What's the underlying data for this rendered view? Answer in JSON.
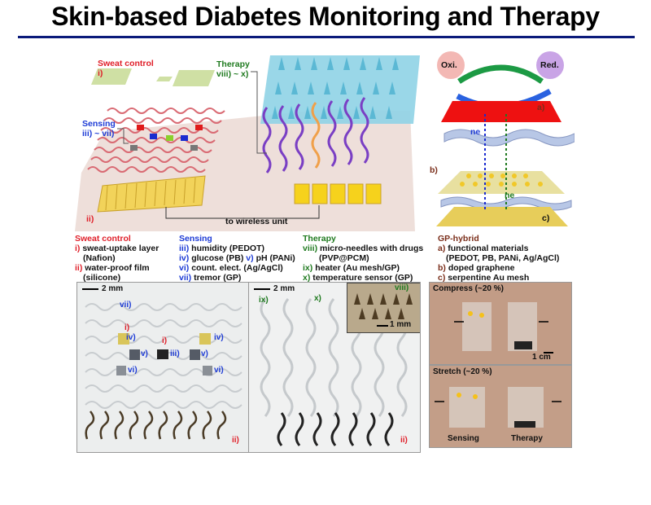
{
  "title": "Skin-based Diabetes Monitoring and Therapy",
  "schematic": {
    "sweat_control_title": "Sweat control",
    "sweat_control_range": "i)",
    "sensing_title": "Sensing",
    "sensing_range": "iii) ~ vii)",
    "therapy_title": "Therapy",
    "therapy_range": "viii) ~ x)",
    "layer_ii": "ii)",
    "wireless": "to wireless unit"
  },
  "gp_hybrid": {
    "oxi": "Oxi.",
    "red": "Red.",
    "a": "a)",
    "b": "b)",
    "c": "c)",
    "ne1": "ne",
    "ne2": "ne"
  },
  "legend": {
    "sweat": {
      "title": "Sweat control",
      "items": [
        {
          "id": "i)",
          "text": "sweat-uptake layer"
        },
        {
          "id": "",
          "text": "(Nafion)"
        },
        {
          "id": "ii)",
          "text": "water-proof film"
        },
        {
          "id": "",
          "text": "(silicone)"
        }
      ]
    },
    "sensing": {
      "title": "Sensing",
      "items": [
        {
          "id": "iii)",
          "text": "humidity (PEDOT)"
        },
        {
          "id": "iv)",
          "text": "glucose (PB)",
          "id2": "v)",
          "text2": "pH (PANi)"
        },
        {
          "id": "vi)",
          "text": "count. elect. (Ag/AgCl)"
        },
        {
          "id": "vii)",
          "text": "tremor (GP)"
        }
      ]
    },
    "therapy": {
      "title": "Therapy",
      "items": [
        {
          "id": "viii)",
          "text": "micro-needles with drugs"
        },
        {
          "id": "",
          "text": "(PVP@PCM)"
        },
        {
          "id": "ix)",
          "text": "heater (Au mesh/GP)"
        },
        {
          "id": "x)",
          "text": "temperature sensor (GP)"
        }
      ]
    },
    "gp": {
      "title": "GP-hybrid",
      "items": [
        {
          "id": "a)",
          "text": "functional materials"
        },
        {
          "id": "",
          "text": "(PEDOT, PB, PANi, Ag/AgCl)"
        },
        {
          "id": "b)",
          "text": "doped graphene"
        },
        {
          "id": "c)",
          "text": "serpentine Au mesh"
        }
      ]
    }
  },
  "photos": {
    "sensing": {
      "scale": "2 mm",
      "labels": [
        "vii)",
        "i)",
        "iv)",
        "i)",
        "iv)",
        "v)",
        "iii)",
        "v)",
        "vi)",
        "vi)",
        "ii)"
      ]
    },
    "therapy": {
      "scale": "2 mm",
      "labels": [
        "ix)",
        "x)",
        "viii)",
        "ii)"
      ],
      "inset_scale": "1 mm"
    },
    "compress": {
      "caption": "Compress (~20 %)",
      "scale": "1 cm"
    },
    "stretch": {
      "caption": "Stretch (~20 %)",
      "left": "Sensing",
      "right": "Therapy"
    }
  }
}
